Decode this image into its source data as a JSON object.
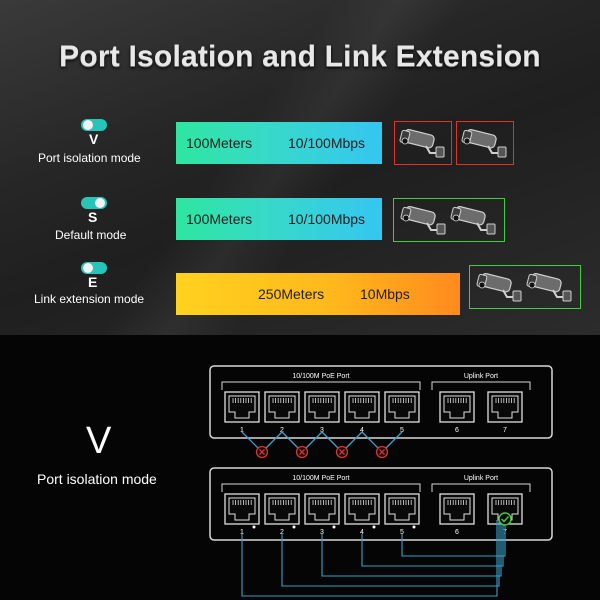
{
  "title": "Port Isolation and Link Extension",
  "modes": [
    {
      "letter": "V",
      "label": "Port isolation mode"
    },
    {
      "letter": "S",
      "label": "Default mode"
    },
    {
      "letter": "E",
      "label": "Link extension mode"
    }
  ],
  "bars": [
    {
      "distance": "100Meters",
      "speed": "10/100Mbps"
    },
    {
      "distance": "100Meters",
      "speed": "10/100Mbps"
    },
    {
      "distance": "250Meters",
      "speed": "10Mbps"
    }
  ],
  "switch": {
    "poe_label": "10/100M PoE Port",
    "uplink_label": "Uplink Port",
    "port_numbers": [
      "1",
      "2",
      "3",
      "4",
      "5",
      "6",
      "7"
    ]
  },
  "bottom_mode": {
    "letter": "V",
    "label": "Port isolation mode"
  },
  "colors": {
    "accent": "#27c4b8",
    "red": "#e0312b",
    "green": "#3fcf3a",
    "cable": "#3aa0c8"
  }
}
